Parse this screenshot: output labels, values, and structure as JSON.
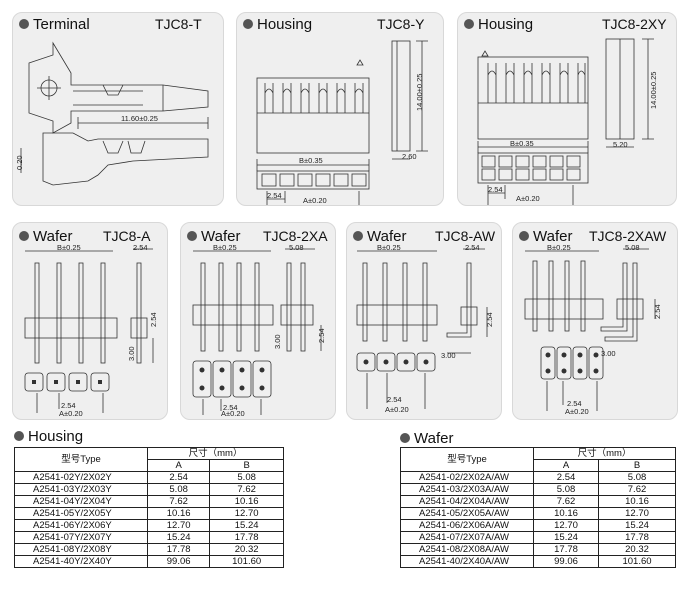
{
  "panels": {
    "terminal": {
      "title": "Terminal",
      "code": "TJC8-T",
      "dims": [
        "11.60±0.25",
        "0.20"
      ]
    },
    "housing_y": {
      "title": "Housing",
      "code": "TJC8-Y",
      "dims": [
        "14.00±0.25",
        "B±0.35",
        "2.60",
        "2.54",
        "A±0.20"
      ]
    },
    "housing_2xy": {
      "title": "Housing",
      "code": "TJC8-2XY",
      "dims": [
        "14.00±0.25",
        "B±0.35",
        "5.20",
        "2.54",
        "A±0.20"
      ]
    },
    "wafer_a": {
      "title": "Wafer",
      "code": "TJC8-A",
      "dims": [
        "B±0.25",
        "2.54",
        "2.54",
        "3.00",
        "2.54",
        "A±0.20"
      ]
    },
    "wafer_2xa": {
      "title": "Wafer",
      "code": "TJC8-2XA",
      "dims": [
        "B±0.25",
        "5.08",
        "2.54",
        "3.00",
        "2.54",
        "A±0.20"
      ]
    },
    "wafer_aw": {
      "title": "Wafer",
      "code": "TJC8-AW",
      "dims": [
        "B±0.25",
        "2.54",
        "2.54",
        "3.00",
        "2.54",
        "A±0.20"
      ]
    },
    "wafer_2xaw": {
      "title": "Wafer",
      "code": "TJC8-2XAW",
      "dims": [
        "B±0.25",
        "5.08",
        "2.54",
        "3.00",
        "2.54",
        "A±0.20"
      ]
    }
  },
  "tables": {
    "housing": {
      "title": "Housing",
      "col_model": "型号Type",
      "col_size": "尺寸（mm）",
      "col_a": "A",
      "col_b": "B",
      "rows": [
        {
          "model": "A2541-02Y/2X02Y",
          "a": "2.54",
          "b": "5.08"
        },
        {
          "model": "A2541-03Y/2X03Y",
          "a": "5.08",
          "b": "7.62"
        },
        {
          "model": "A2541-04Y/2X04Y",
          "a": "7.62",
          "b": "10.16"
        },
        {
          "model": "A2541-05Y/2X05Y",
          "a": "10.16",
          "b": "12.70"
        },
        {
          "model": "A2541-06Y/2X06Y",
          "a": "12.70",
          "b": "15.24"
        },
        {
          "model": "A2541-07Y/2X07Y",
          "a": "15.24",
          "b": "17.78"
        },
        {
          "model": "A2541-08Y/2X08Y",
          "a": "17.78",
          "b": "20.32"
        },
        {
          "model": "A2541-40Y/2X40Y",
          "a": "99.06",
          "b": "101.60"
        }
      ]
    },
    "wafer": {
      "title": "Wafer",
      "col_model": "型号Type",
      "col_size": "尺寸（mm）",
      "col_a": "A",
      "col_b": "B",
      "rows": [
        {
          "model": "A2541-02/2X02A/AW",
          "a": "2.54",
          "b": "5.08"
        },
        {
          "model": "A2541-03/2X03A/AW",
          "a": "5.08",
          "b": "7.62"
        },
        {
          "model": "A2541-04/2X04A/AW",
          "a": "7.62",
          "b": "10.16"
        },
        {
          "model": "A2541-05/2X05A/AW",
          "a": "10.16",
          "b": "12.70"
        },
        {
          "model": "A2541-06/2X06A/AW",
          "a": "12.70",
          "b": "15.24"
        },
        {
          "model": "A2541-07/2X07A/AW",
          "a": "15.24",
          "b": "17.78"
        },
        {
          "model": "A2541-08/2X08A/AW",
          "a": "17.78",
          "b": "20.32"
        },
        {
          "model": "A2541-40/2X40A/AW",
          "a": "99.06",
          "b": "101.60"
        }
      ]
    }
  }
}
